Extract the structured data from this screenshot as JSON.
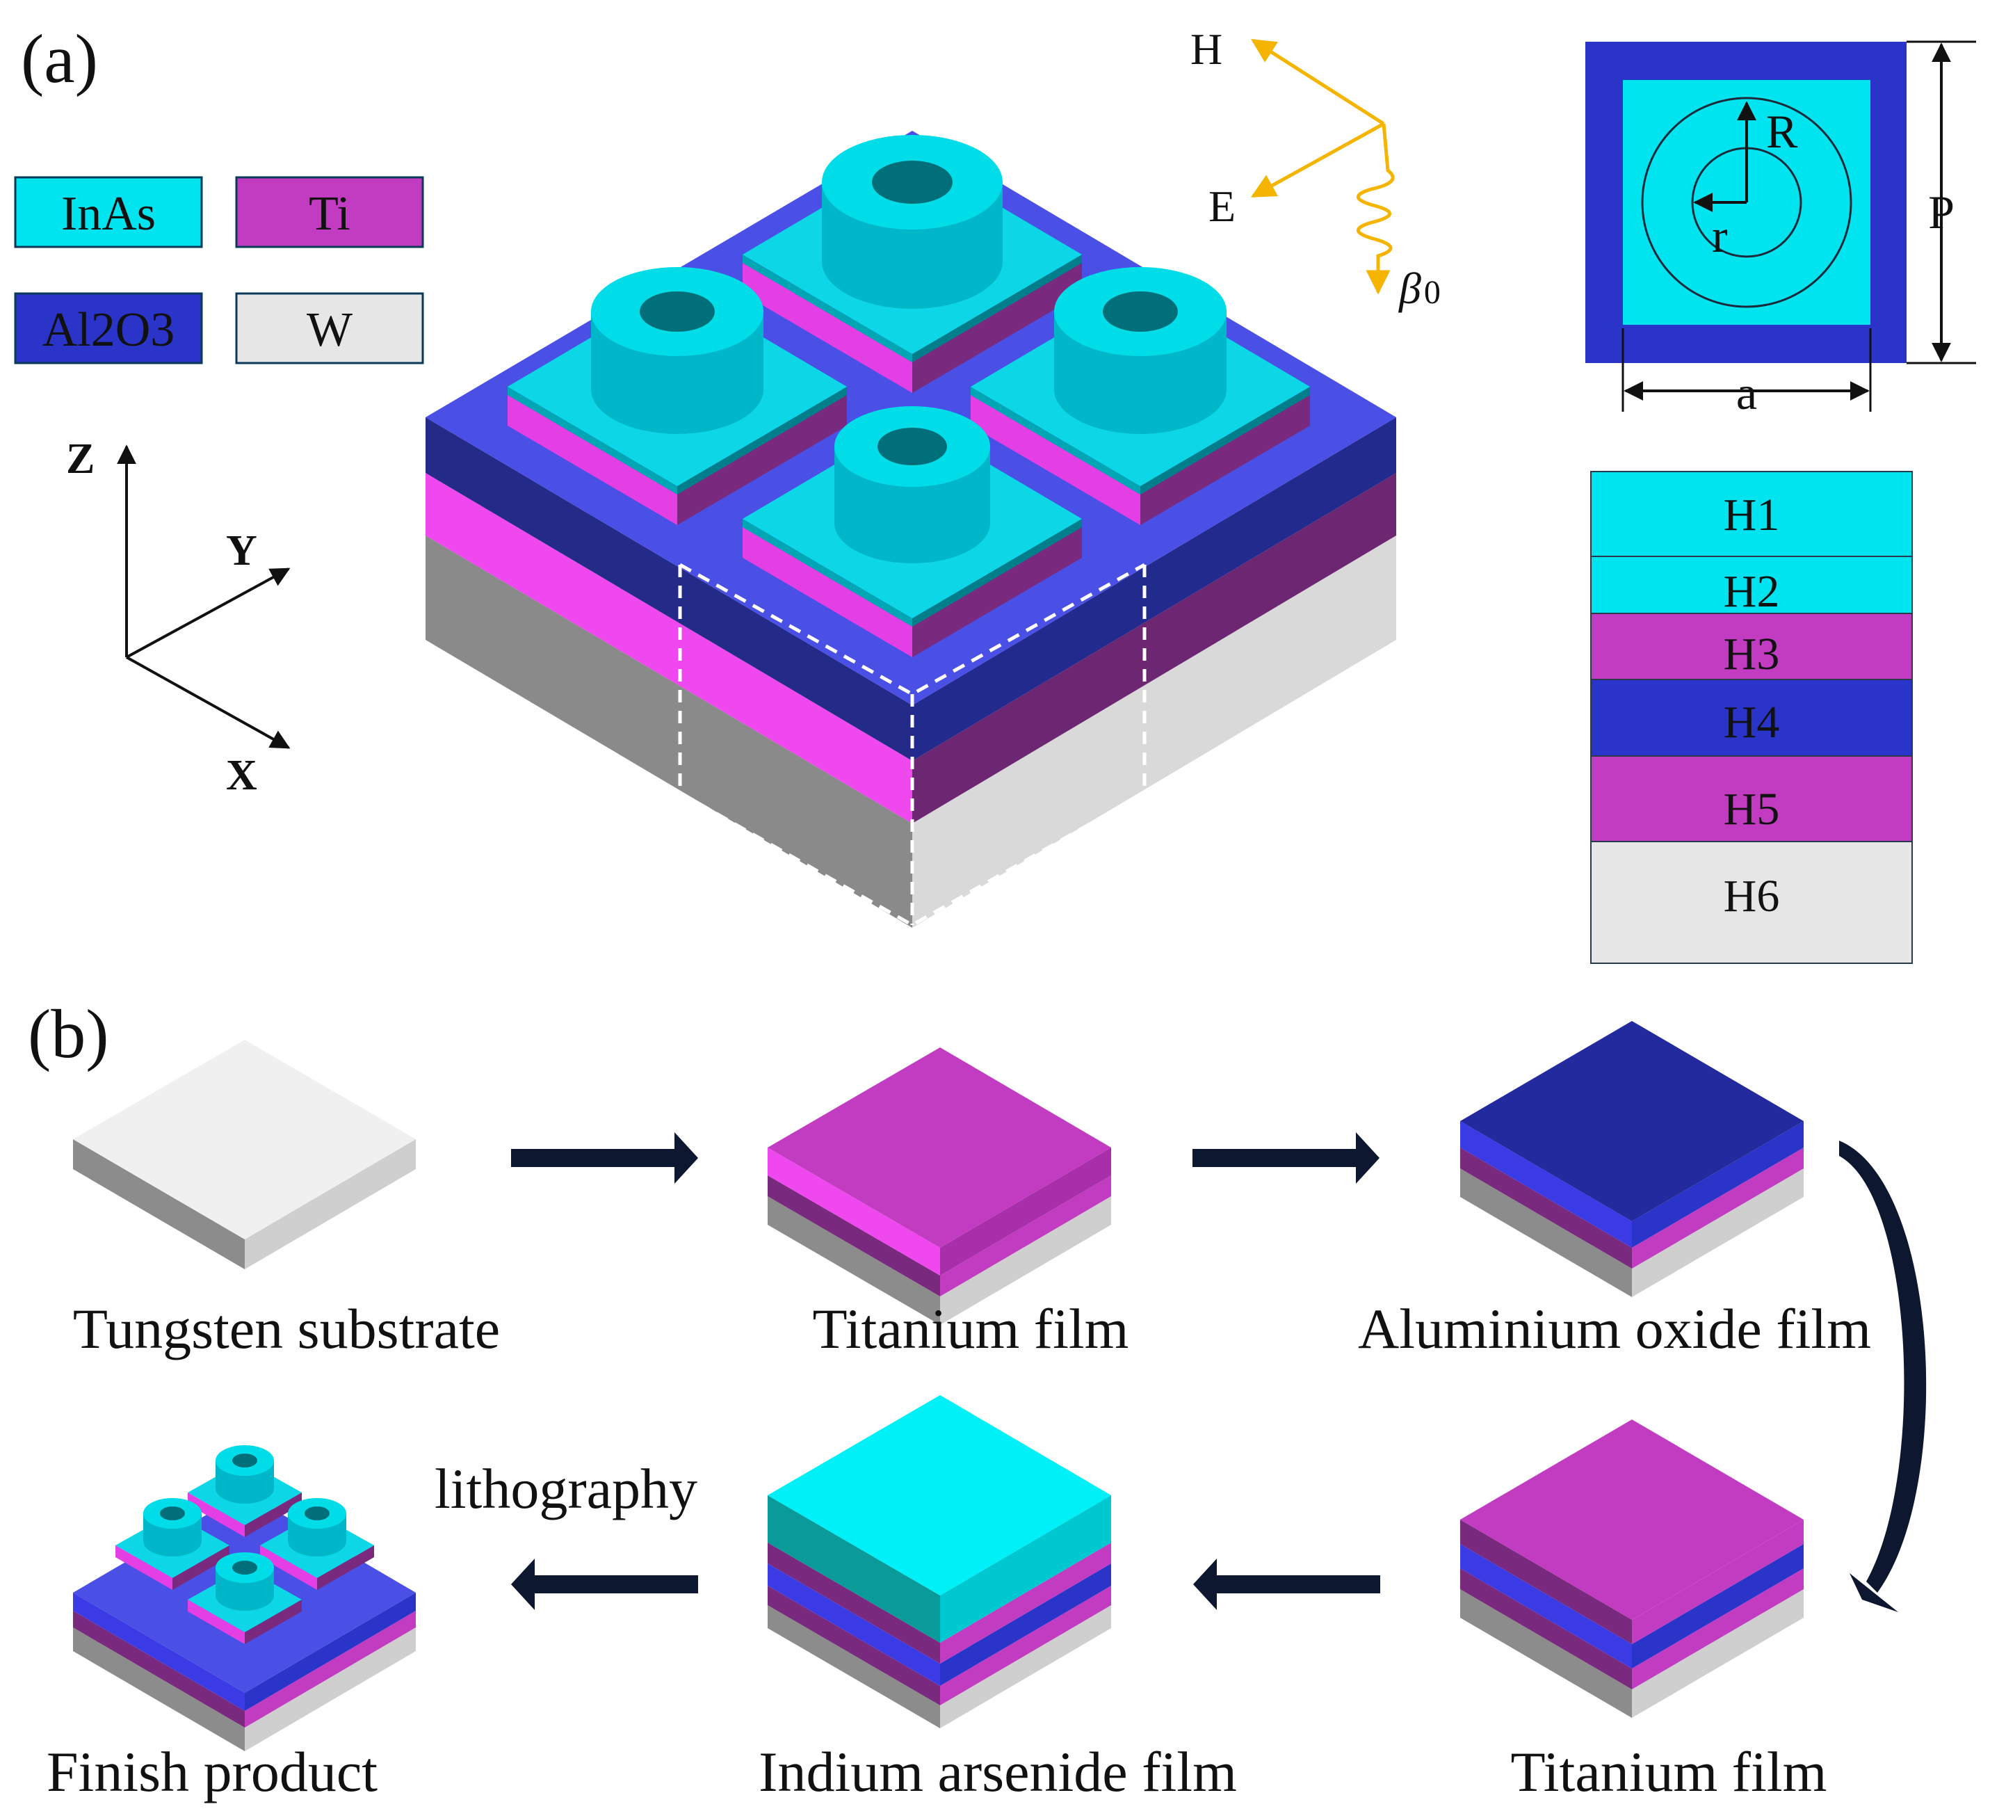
{
  "panel_a": {
    "label": "(a)",
    "legend": [
      {
        "material": "InAs",
        "label": "InAs",
        "color": "#00e4f0"
      },
      {
        "material": "Ti",
        "label": "Ti",
        "color": "#c23cc2"
      },
      {
        "material": "Al2O3",
        "label": "Al2O3",
        "color": "#2a34c8"
      },
      {
        "material": "W",
        "label": "W",
        "color": "#e6e6e6"
      }
    ],
    "axes": {
      "z": "Z",
      "y": "Y",
      "x": "X"
    },
    "wave": {
      "h": "H",
      "e": "E",
      "beta": "β",
      "beta_sub": "0"
    },
    "unit_cell_top": {
      "outer_label": "P",
      "inner_label": "a",
      "big_radius_label": "R",
      "small_radius_label": "r"
    },
    "layer_stack": [
      {
        "label": "H1",
        "color": "#00e4f0"
      },
      {
        "label": "H2",
        "color": "#00e4f0"
      },
      {
        "label": "H3",
        "color": "#c23cc2"
      },
      {
        "label": "H4",
        "color": "#2a34c8"
      },
      {
        "label": "H5",
        "color": "#c23cc2"
      },
      {
        "label": "H6",
        "color": "#e6e6e6"
      }
    ]
  },
  "panel_b": {
    "label": "(b)",
    "steps": [
      {
        "label": "Tungsten substrate"
      },
      {
        "label": "Titanium film"
      },
      {
        "label": "Aluminium oxide film"
      },
      {
        "label": "Titanium film"
      },
      {
        "label": "Indium arsenide film"
      },
      {
        "label": "Finish product"
      }
    ],
    "arrow_label": "lithography"
  }
}
